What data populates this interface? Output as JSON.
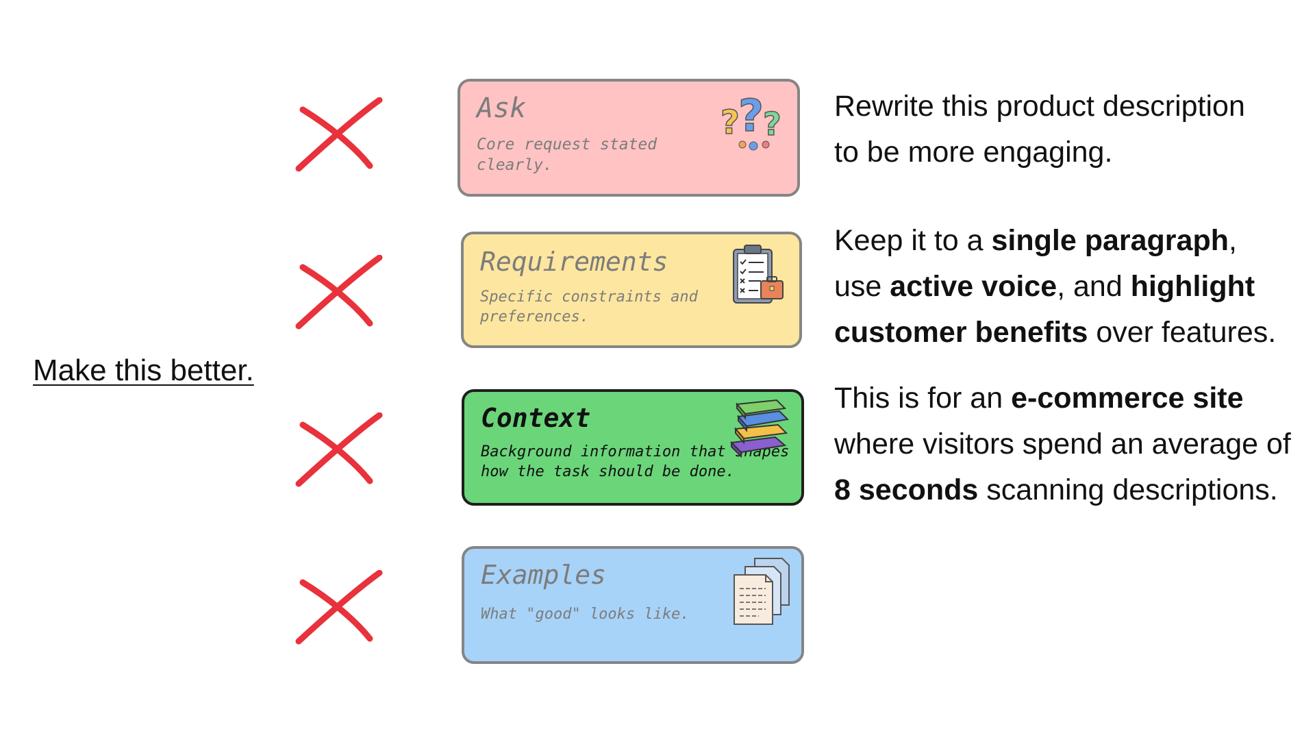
{
  "prompt": {
    "text": "Make this better."
  },
  "cards": {
    "ask": {
      "title": "Ask",
      "description": "Core request stated clearly.",
      "icon": "question-marks-icon",
      "color": "#ffc3c3"
    },
    "requirements": {
      "title": "Requirements",
      "description": "Specific constraints and preferences.",
      "icon": "clipboard-checklist-icon",
      "color": "#fde69f"
    },
    "context": {
      "title": "Context",
      "description": "Background information that shapes how the task should be done.",
      "icon": "book-stack-icon",
      "color": "#6bd57a"
    },
    "examples": {
      "title": "Examples",
      "description": "What \"good\" looks like.",
      "icon": "documents-icon",
      "color": "#a8d3f8"
    }
  },
  "crosses": {
    "icon": "red-x-icon",
    "color": "#e8323c"
  },
  "details": {
    "ask": {
      "l1": "Rewrite this product description",
      "l2": "to be more engaging."
    },
    "requirements": {
      "l1a": "Keep it to a ",
      "l1b": "single paragraph",
      "l1c": ",",
      "l2a": "use ",
      "l2b": "active voice",
      "l2c": ", and ",
      "l2d": "highlight",
      "l3a": "customer benefits",
      "l3b": " over features."
    },
    "context": {
      "l1a": "This is for an ",
      "l1b": "e-commerce site",
      "l2": "where visitors spend an average of",
      "l3a": "8 seconds",
      "l3b": " scanning descriptions."
    }
  }
}
